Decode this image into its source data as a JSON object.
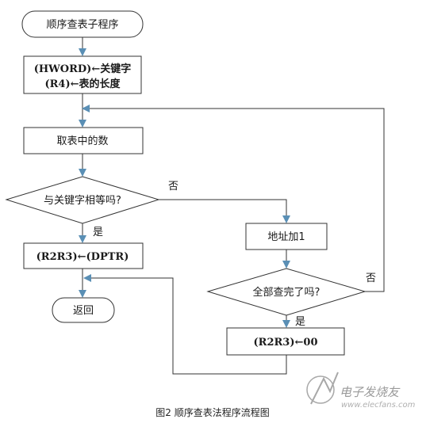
{
  "nodes": {
    "start": "顺序查表子程序",
    "init_line1": "(HWORD)←关键字",
    "init_line2": "(R4)←表的长度",
    "fetch": "取表中的数",
    "compare": "与关键字相等吗?",
    "result": "(R2R3)←(DPTR)",
    "ret": "返回",
    "addr_inc": "地址加1",
    "check_all": "全部查完了吗?",
    "clear": "(R2R3)←00"
  },
  "edge_labels": {
    "compare_no": "否",
    "compare_yes": "是",
    "check_no": "否",
    "check_yes": "是"
  },
  "caption": "图2 顺序查表法程序流程图",
  "watermark": {
    "main": "电子发烧友",
    "url": "www.elecfans.com"
  },
  "colors": {
    "fill": "#ffffff",
    "stroke": "#333333",
    "arrow": "#5a8fb5"
  }
}
